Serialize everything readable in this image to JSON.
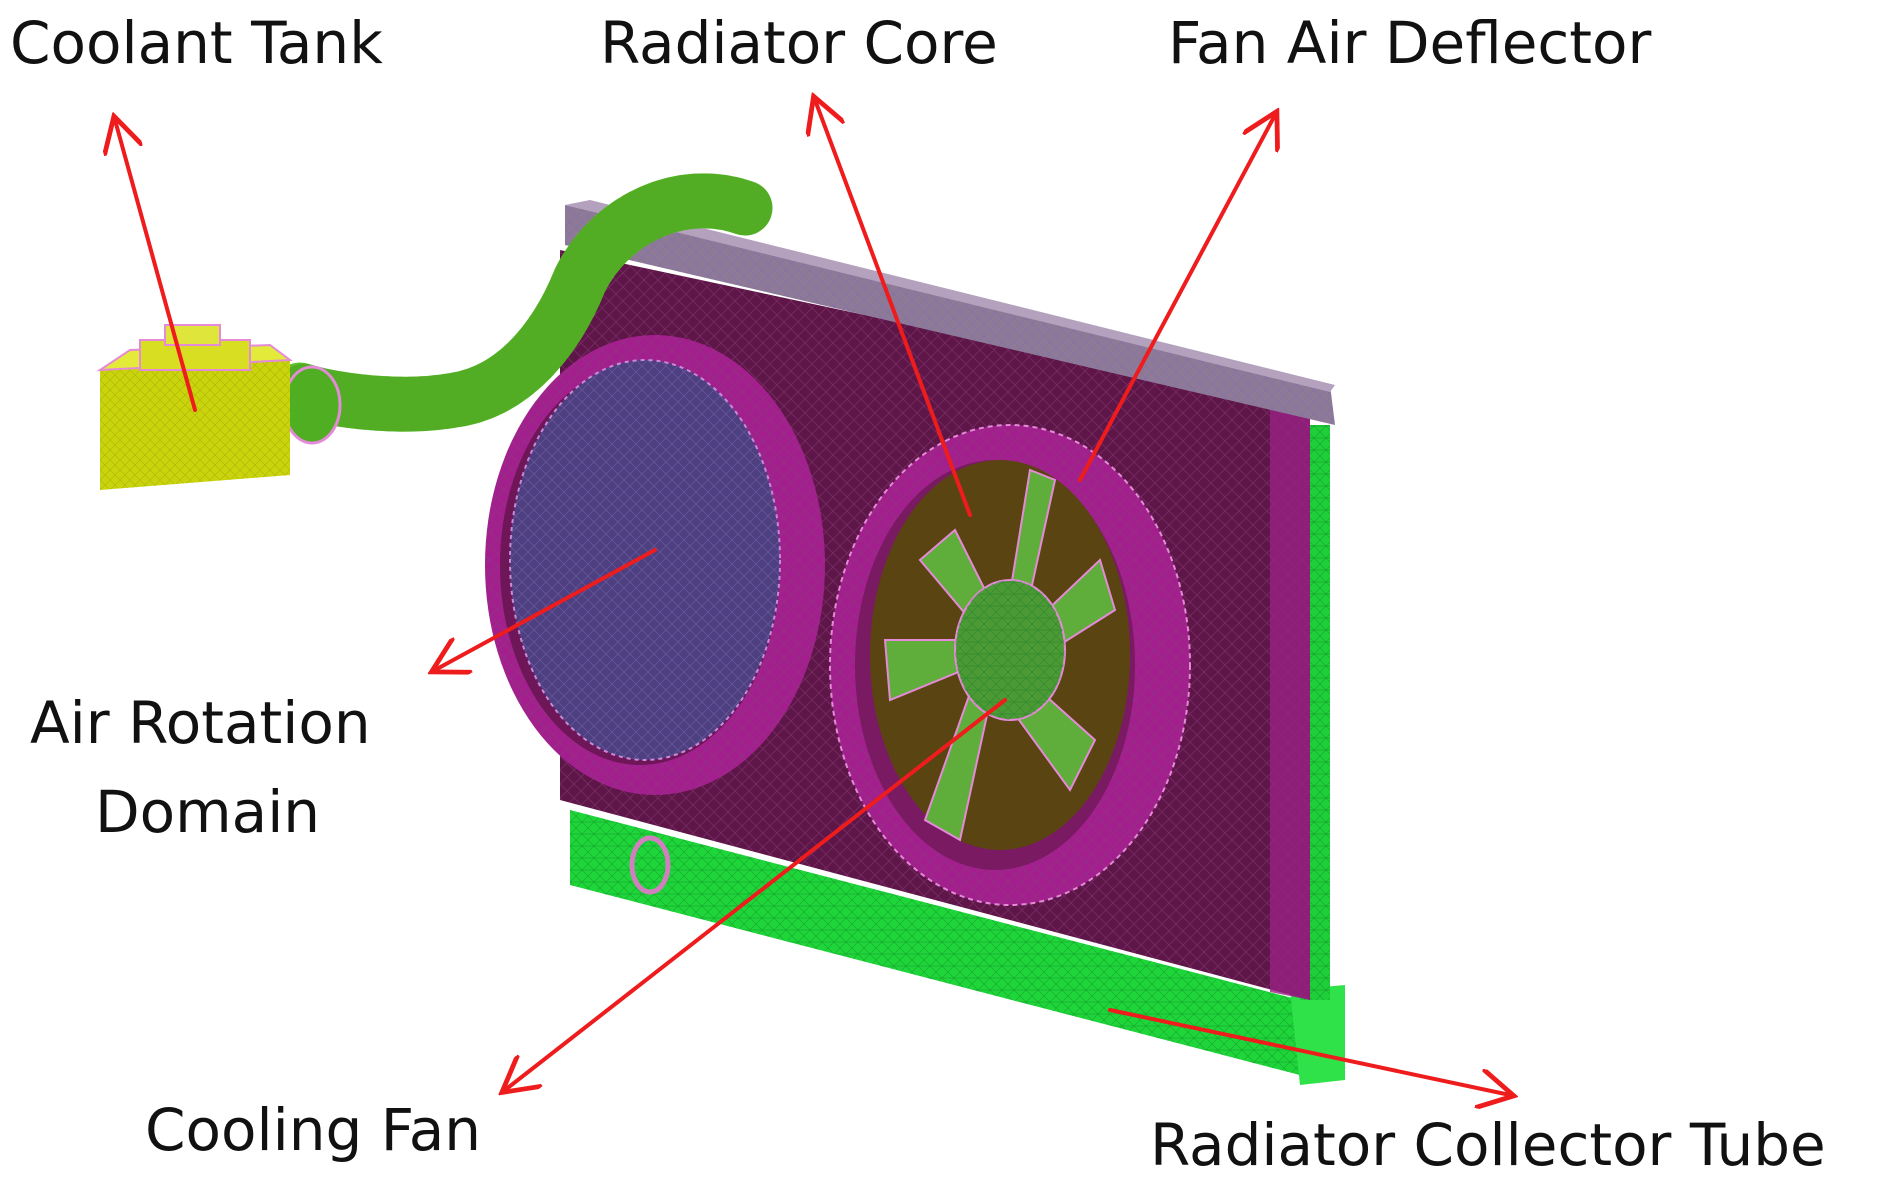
{
  "labels": {
    "coolant_tank": "Coolant Tank",
    "radiator_core": "Radiator Core",
    "fan_air_deflector": "Fan Air Deflector",
    "air_rotation_domain_line1": "Air Rotation",
    "air_rotation_domain_line2": "Domain",
    "cooling_fan": "Cooling Fan",
    "radiator_collector_tube": "Radiator Collector Tube"
  },
  "colors": {
    "radiator_core": "#5e1648",
    "fan_shroud": "#a21f8d",
    "air_rotation_domain": "#4e3f80",
    "fan_blades": "#5fae3c",
    "collector_tube": "#1fd63a",
    "coolant_tank": "#c9d40c",
    "hose": "#5fc22a",
    "top_bar": "#8e7a97",
    "mesh_lines": "#e58ad8",
    "arrow": "#ee1c1c"
  }
}
